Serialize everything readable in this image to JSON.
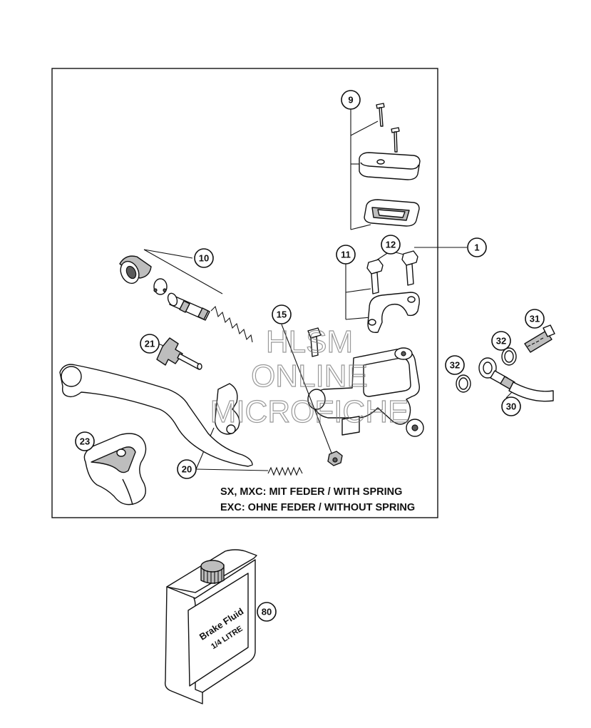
{
  "callouts": {
    "c1": "1",
    "c9": "9",
    "c10": "10",
    "c11": "11",
    "c12": "12",
    "c15": "15",
    "c20": "20",
    "c21": "21",
    "c23": "23",
    "c30": "30",
    "c31": "31",
    "c32a": "32",
    "c32b": "32",
    "c80": "80"
  },
  "notes": {
    "line1": "SX, MXC: MIT FEDER / WITH SPRING",
    "line2": "EXC: OHNE FEDER / WITHOUT SPRING"
  },
  "watermark": {
    "line1": "HLSM",
    "line2": "ONLINE",
    "line3": "MICROFICHE"
  },
  "bottle_label": {
    "line1": "Brake Fluid",
    "line2": "1/4 LITRE"
  }
}
